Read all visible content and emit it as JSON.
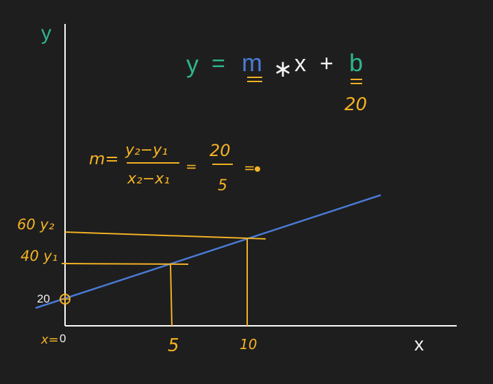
{
  "colors": {
    "background": "#1e1e1e",
    "axis": "#ffffff",
    "line": "#4a7bd8",
    "annotation": "#f5b324",
    "green": "#2fb58e",
    "blue": "#4a7bd8",
    "white": "#f2f2f2"
  },
  "axes": {
    "y_label": "y",
    "x_label": "x"
  },
  "equation": {
    "y": "y",
    "equals": "=",
    "m": "m",
    "times": "∗",
    "x": "x",
    "plus": "+",
    "b": "b",
    "b_value": "20"
  },
  "slope_note": {
    "m_label": "m=",
    "numerator": "y₂−y₁",
    "denominator": "x₂−x₁",
    "equals": "=",
    "value_numerator": "20",
    "value_denominator": "5",
    "trailing": "="
  },
  "annotations": {
    "y2_label": "60 y₂",
    "y1_label": "40 y₁",
    "intercept_label": "20",
    "origin_label_prefix": "x=",
    "origin_label_value": "0",
    "x1_tick": "5",
    "x2_tick": "10"
  }
}
